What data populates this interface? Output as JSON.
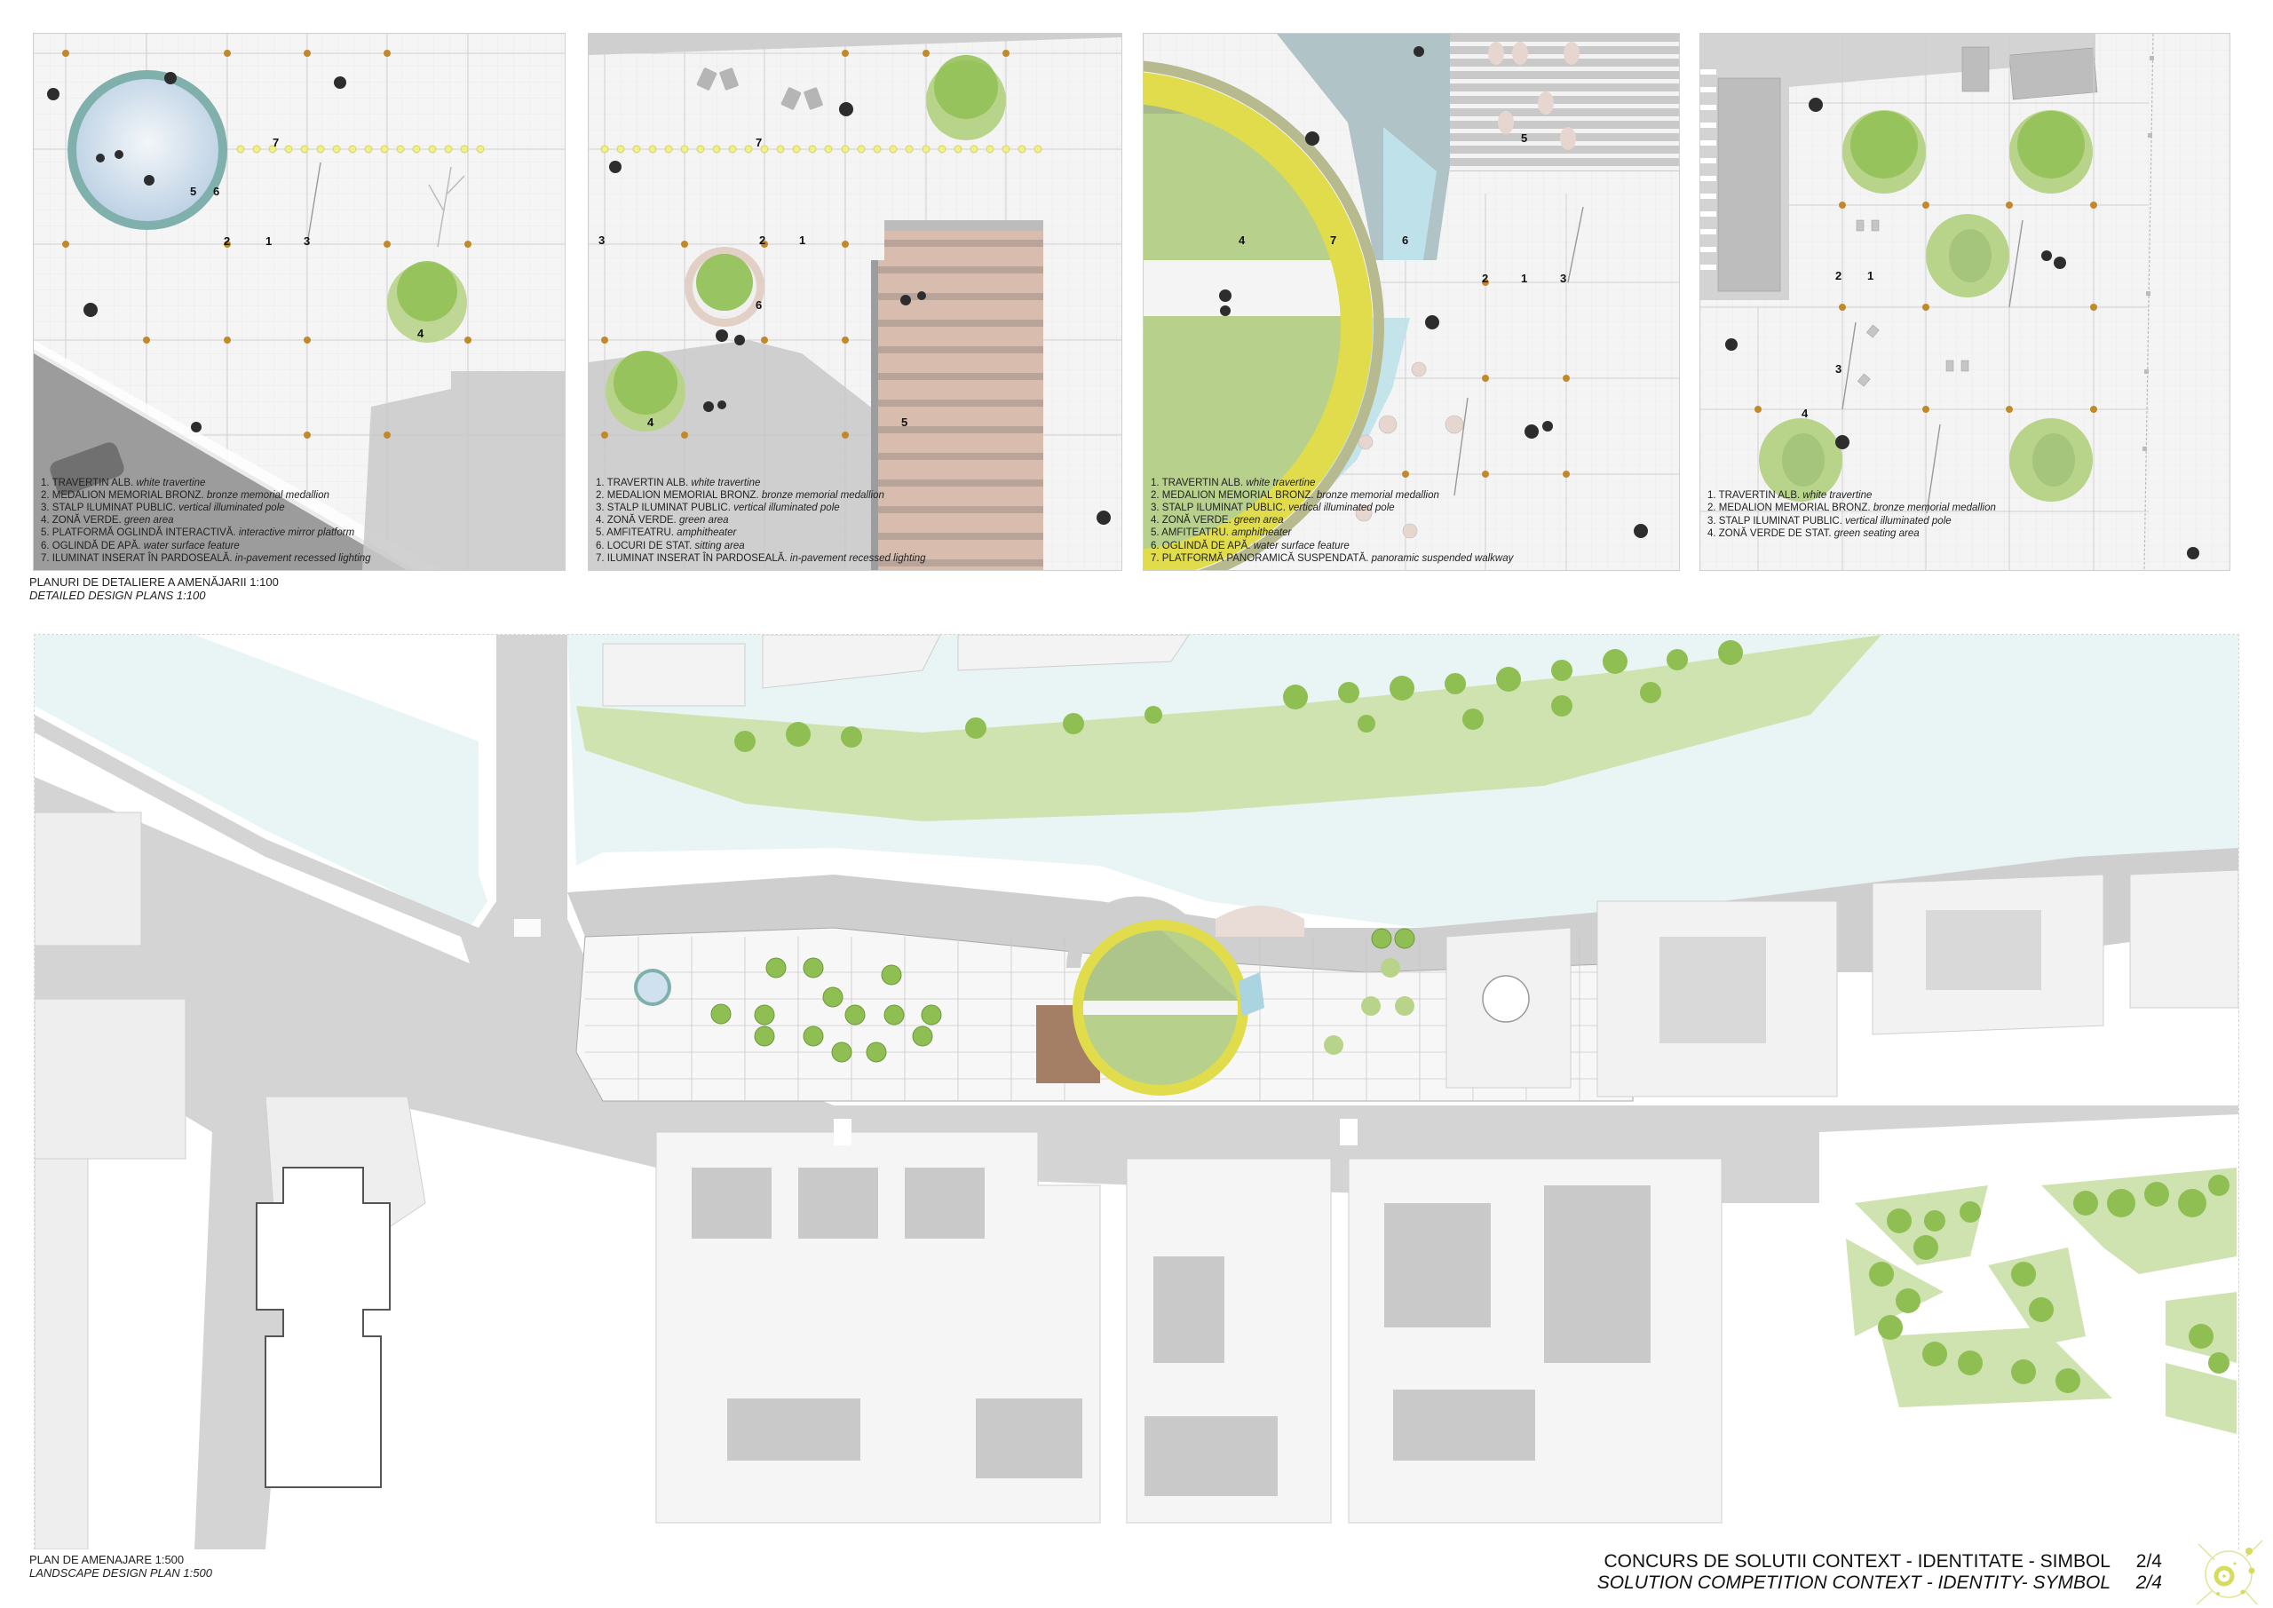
{
  "detail_plans": {
    "section_title": "PLANURI DE DETALIERE A AMENĂJARII 1:100",
    "section_title_en": "DETAILED DESIGN PLANS 1:100",
    "panels": [
      {
        "id": "panel-1",
        "markers": [
          "1",
          "2",
          "3",
          "4",
          "5",
          "6",
          "7"
        ],
        "legend": [
          {
            "ro": "1. TRAVERTIN ALB.",
            "en": "white travertine"
          },
          {
            "ro": "2. MEDALION MEMORIAL BRONZ.",
            "en": "bronze memorial medallion"
          },
          {
            "ro": "3. STALP ILUMINAT PUBLIC.",
            "en": "vertical illuminated pole"
          },
          {
            "ro": "4. ZONĂ VERDE.",
            "en": "green area"
          },
          {
            "ro": "5. PLATFORMĂ OGLINDĂ INTERACTIVĂ.",
            "en": "interactive mirror platform"
          },
          {
            "ro": "6. OGLINDĂ DE APĂ.",
            "en": "water surface feature"
          },
          {
            "ro": "7. ILUMINAT INSERAT ÎN PARDOSEALĂ.",
            "en": "in-pavement recessed lighting"
          }
        ]
      },
      {
        "id": "panel-2",
        "markers": [
          "1",
          "2",
          "3",
          "4",
          "5",
          "6",
          "7"
        ],
        "legend": [
          {
            "ro": "1. TRAVERTIN ALB.",
            "en": "white travertine"
          },
          {
            "ro": "2. MEDALION MEMORIAL BRONZ.",
            "en": "bronze memorial medallion"
          },
          {
            "ro": "3. STALP ILUMINAT PUBLIC.",
            "en": "vertical illuminated pole"
          },
          {
            "ro": "4. ZONĂ VERDE.",
            "en": "green area"
          },
          {
            "ro": "5. AMFITEATRU.",
            "en": "amphitheater"
          },
          {
            "ro": "6. LOCURI DE STAT.",
            "en": "sitting area"
          },
          {
            "ro": "7. ILUMINAT INSERAT ÎN PARDOSEALĂ.",
            "en": "in-pavement recessed lighting"
          }
        ]
      },
      {
        "id": "panel-3",
        "markers": [
          "1",
          "2",
          "3",
          "4",
          "5",
          "6",
          "7"
        ],
        "legend": [
          {
            "ro": "1. TRAVERTIN ALB.",
            "en": "white travertine"
          },
          {
            "ro": "2. MEDALION MEMORIAL BRONZ.",
            "en": "bronze memorial medallion"
          },
          {
            "ro": "3. STALP ILUMINAT PUBLIC.",
            "en": "vertical illuminated pole"
          },
          {
            "ro": "4. ZONĂ VERDE.",
            "en": "green area"
          },
          {
            "ro": "5. AMFITEATRU.",
            "en": "amphitheater"
          },
          {
            "ro": "6. OGLINDĂ DE APĂ.",
            "en": "water surface feature"
          },
          {
            "ro": "7. PLATFORMĂ PANORAMICĂ SUSPENDATĂ.",
            "en": "panoramic suspended walkway"
          }
        ]
      },
      {
        "id": "panel-4",
        "markers": [
          "1",
          "2",
          "3",
          "4"
        ],
        "legend": [
          {
            "ro": "1. TRAVERTIN ALB.",
            "en": "white travertine"
          },
          {
            "ro": "2. MEDALION MEMORIAL BRONZ.",
            "en": "bronze memorial medallion"
          },
          {
            "ro": "3. STALP ILUMINAT PUBLIC.",
            "en": "vertical illuminated pole"
          },
          {
            "ro": "4. ZONĂ VERDE DE STAT.",
            "en": "green seating area"
          }
        ]
      }
    ]
  },
  "site_plan": {
    "caption": "PLAN DE AMENAJARE  1:500",
    "caption_en": "LANDSCAPE DESIGN PLAN   1:500"
  },
  "title_block": {
    "title": "CONCURS DE SOLUTII  CONTEXT - IDENTITATE - SIMBOL",
    "title_en": "SOLUTION COMPETITION CONTEXT - IDENTITY- SYMBOL",
    "page": "2/4",
    "page_en": "2/4"
  },
  "colors": {
    "paving": "#f3f3f3",
    "grid": "#d6d6d6",
    "medallion": "#c08a2a",
    "lighting": "#f1ef88",
    "green": "#b8d48a",
    "tree": "#8fbf52",
    "water": "#e8f5f4",
    "mirror_ring": "#7fb0ac",
    "walkway": "#e0dc4c",
    "amphitheater": "#d8bcae",
    "building_shadow": "#cfcfcf",
    "building": "#f0f0f0"
  }
}
